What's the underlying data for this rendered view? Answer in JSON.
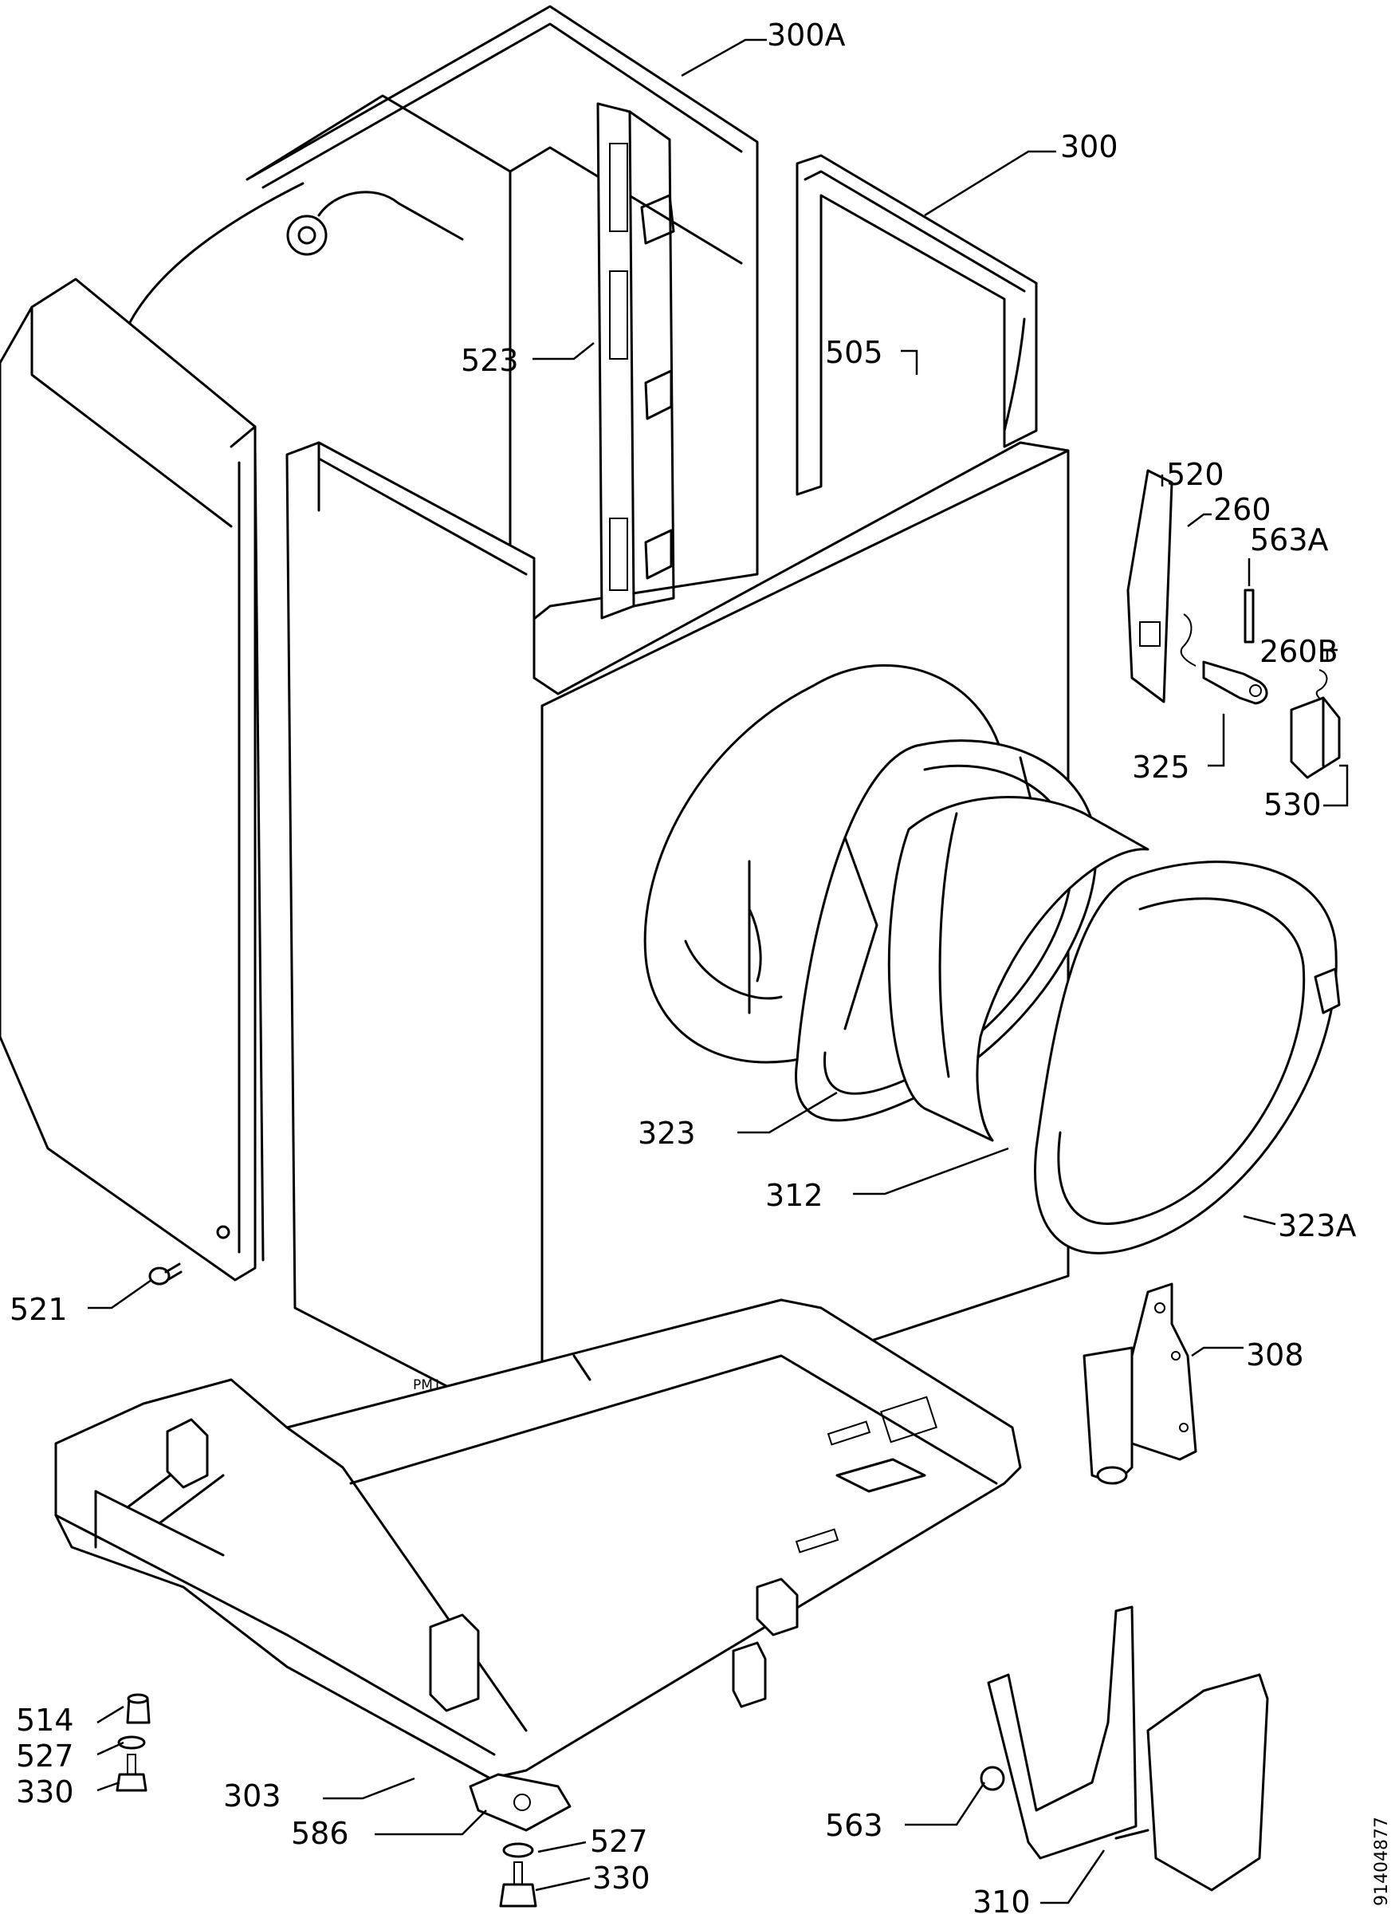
{
  "labels": {
    "l300A": "300A",
    "l300": "300",
    "l505": "505",
    "l523": "523",
    "l520": "520",
    "l260": "260",
    "l563A": "563A",
    "l260B": "260B",
    "l325": "325",
    "l530": "530",
    "l323": "323",
    "l312": "312",
    "l323A": "323A",
    "l521": "521",
    "l308": "308",
    "l514": "514",
    "l527a": "527",
    "l330a": "330",
    "l303": "303",
    "l586": "586",
    "l527b": "527",
    "l330b": "330",
    "l563": "563",
    "l310": "310"
  },
  "mark": "PM1",
  "doc_number": "91404877"
}
